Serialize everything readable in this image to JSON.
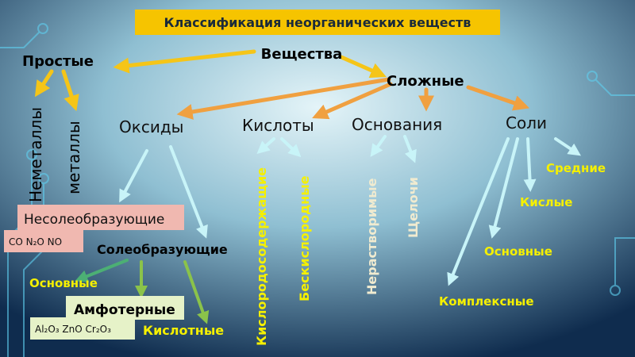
{
  "title": "Классификация неорганических веществ",
  "root": "Вещества",
  "simple": {
    "label": "Простые",
    "children": [
      "Неметаллы",
      "металлы"
    ]
  },
  "complex": {
    "label": "Сложные"
  },
  "oxides": {
    "label": "Оксиды",
    "non_salt": {
      "label": "Несолеобразующие",
      "examples": "CO  N₂O  NO"
    },
    "salt": {
      "label": "Солеобразующие",
      "basic": "Основные",
      "amphoteric": "Амфотерные",
      "amphoteric_examples": "Al₂O₃  ZnO  Cr₂O₃",
      "acidic": "Кислотные"
    }
  },
  "acids": {
    "label": "Кислоты",
    "children": [
      "Кислородосодержащие",
      "Бескислородные"
    ]
  },
  "bases": {
    "label": "Основания",
    "children": [
      "Нерастворимые",
      "Щелочи"
    ]
  },
  "salts": {
    "label": "Соли",
    "children": [
      "Средние",
      "Кислые",
      "Основные",
      "Комплексные"
    ]
  },
  "colors": {
    "title_bg": "#f6c400",
    "yellow_arrow": "#f5c518",
    "orange_arrow": "#f0a040",
    "cyan_arrow": "#c8f4f8",
    "yellow_text": "#f5f000",
    "pink_box": "#f0b8b0",
    "green_box": "#e6f2c8"
  }
}
